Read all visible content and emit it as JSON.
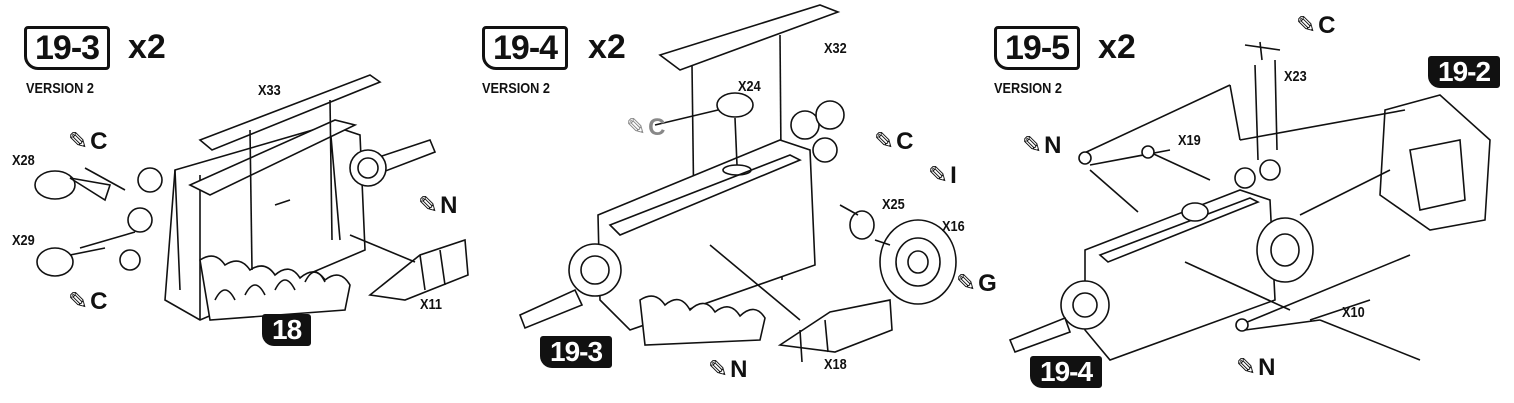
{
  "panels": [
    {
      "step": "19-3",
      "multiplier": "x2",
      "version": "VERSION 2",
      "ref_badge": "18",
      "parts": [
        "X33",
        "X28",
        "X29",
        "X11"
      ],
      "glues": [
        "C",
        "C",
        "N"
      ]
    },
    {
      "step": "19-4",
      "multiplier": "x2",
      "version": "VERSION 2",
      "ref_badge": "19-3",
      "parts": [
        "X32",
        "X24",
        "X25",
        "X16",
        "X18"
      ],
      "glues": [
        "C",
        "C",
        "I",
        "G",
        "N"
      ]
    },
    {
      "step": "19-5",
      "multiplier": "x2",
      "version": "VERSION 2",
      "ref_badges": [
        "19-2",
        "19-4"
      ],
      "parts": [
        "X23",
        "X19",
        "X10"
      ],
      "glues": [
        "C",
        "N",
        "N"
      ]
    }
  ],
  "colors": {
    "ink": "#111111",
    "gray_glue": "#888888"
  }
}
